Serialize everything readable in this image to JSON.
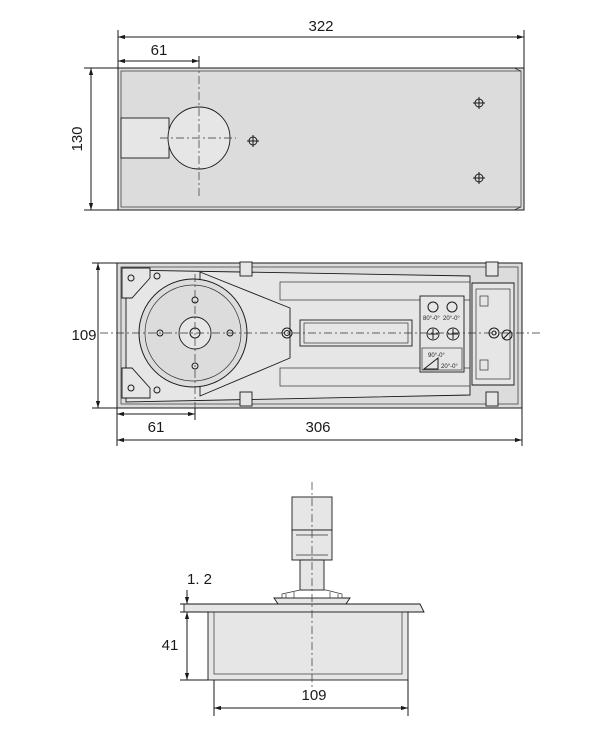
{
  "top_view": {
    "dim_overall_length": "322",
    "dim_spindle_offset": "61",
    "dim_height": "130"
  },
  "middle_view": {
    "dim_width": "109",
    "dim_spindle_offset": "61",
    "dim_body_length": "306",
    "valve_labels": [
      "80°-0°",
      "20°-0°"
    ],
    "angle_labels": [
      "90°-0°",
      "20°-0°"
    ]
  },
  "side_view": {
    "dim_plate_thickness": "1. 2",
    "dim_depth": "41",
    "dim_width": "109"
  },
  "colors": {
    "line": "#1a1a1a",
    "body_fill": "#dcdcdc"
  }
}
